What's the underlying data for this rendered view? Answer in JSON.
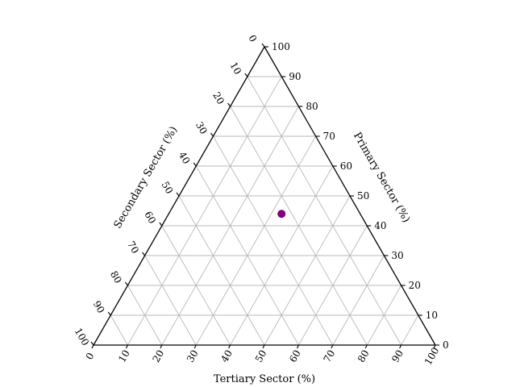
{
  "chart_data": {
    "type": "ternary-scatter",
    "title": "",
    "axes": {
      "primary": {
        "label": "Primary Sector (%)",
        "ticks": [
          0,
          10,
          20,
          30,
          40,
          50,
          60,
          70,
          80,
          90,
          100
        ]
      },
      "secondary": {
        "label": "Secondary Sector (%)",
        "ticks": [
          0,
          10,
          20,
          30,
          40,
          50,
          60,
          70,
          80,
          90,
          100
        ]
      },
      "tertiary": {
        "label": "Tertiary Sector (%)",
        "ticks": [
          0,
          10,
          20,
          30,
          40,
          50,
          60,
          70,
          80,
          90,
          100
        ]
      }
    },
    "grid": true,
    "grid_step": 10,
    "points": [
      {
        "primary": 44,
        "secondary": 23,
        "tertiary": 33,
        "color": "#800080"
      }
    ]
  }
}
